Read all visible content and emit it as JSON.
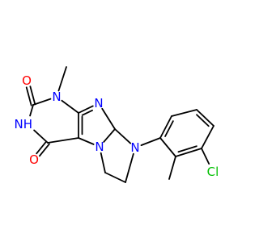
{
  "molecule": {
    "atoms": [
      {
        "id": "C2",
        "label": "",
        "color": "#000000"
      },
      {
        "id": "O2",
        "label": "O",
        "color": "#ff0000"
      },
      {
        "id": "N1",
        "label": "N",
        "color": "#0000ff"
      },
      {
        "id": "CH3a",
        "label": "",
        "color": "#000000"
      },
      {
        "id": "C4",
        "label": "",
        "color": "#000000"
      },
      {
        "id": "N3",
        "label": "NH",
        "label_side": "left",
        "color": "#0000ff"
      },
      {
        "id": "C6",
        "label": "",
        "color": "#000000"
      },
      {
        "id": "O6",
        "label": "O",
        "color": "#ff0000"
      },
      {
        "id": "C5",
        "label": "",
        "color": "#000000"
      },
      {
        "id": "N7",
        "label": "N",
        "color": "#0000ff"
      },
      {
        "id": "C8",
        "label": "",
        "color": "#000000"
      },
      {
        "id": "N9",
        "label": "N",
        "color": "#0000ff"
      },
      {
        "id": "CH2a",
        "label": "",
        "color": "#000000"
      },
      {
        "id": "CH2b",
        "label": "",
        "color": "#000000"
      },
      {
        "id": "N10",
        "label": "N",
        "color": "#0000ff"
      },
      {
        "id": "Ar1",
        "label": "",
        "color": "#000000"
      },
      {
        "id": "Ar2",
        "label": "",
        "color": "#000000"
      },
      {
        "id": "Ar3",
        "label": "",
        "color": "#000000"
      },
      {
        "id": "Ar4",
        "label": "",
        "color": "#000000"
      },
      {
        "id": "Ar5",
        "label": "",
        "color": "#000000"
      },
      {
        "id": "Ar6",
        "label": "",
        "color": "#000000"
      },
      {
        "id": "CH3b",
        "label": "",
        "color": "#000000"
      },
      {
        "id": "Cl",
        "label": "Cl",
        "color": "#00c000"
      }
    ],
    "bonds": [
      {
        "a": "C2",
        "b": "O2",
        "order": 2
      },
      {
        "a": "C2",
        "b": "N1",
        "order": 1
      },
      {
        "a": "N1",
        "b": "CH3a",
        "order": 1
      },
      {
        "a": "N1",
        "b": "C4",
        "order": 1
      },
      {
        "a": "C4",
        "b": "N9",
        "order": 2
      },
      {
        "a": "N9",
        "b": "C8",
        "order": 1
      },
      {
        "a": "C8",
        "b": "N7",
        "order": 1
      },
      {
        "a": "N7",
        "b": "C5",
        "order": 1
      },
      {
        "a": "C5",
        "b": "C4",
        "order": 2
      },
      {
        "a": "C5",
        "b": "C6",
        "order": 1
      },
      {
        "a": "C6",
        "b": "O6",
        "order": 2
      },
      {
        "a": "C6",
        "b": "N3",
        "order": 1
      },
      {
        "a": "N3",
        "b": "C2",
        "order": 1
      },
      {
        "a": "N7",
        "b": "CH2a",
        "order": 1
      },
      {
        "a": "CH2a",
        "b": "CH2b",
        "order": 1
      },
      {
        "a": "CH2b",
        "b": "N10",
        "order": 1
      },
      {
        "a": "N10",
        "b": "C8",
        "order": 1
      },
      {
        "a": "N10",
        "b": "Ar1",
        "order": 1
      },
      {
        "a": "Ar1",
        "b": "Ar2",
        "order": 2
      },
      {
        "a": "Ar2",
        "b": "Ar3",
        "order": 1
      },
      {
        "a": "Ar3",
        "b": "Ar4",
        "order": 2
      },
      {
        "a": "Ar4",
        "b": "Ar5",
        "order": 1
      },
      {
        "a": "Ar5",
        "b": "Ar6",
        "order": 2
      },
      {
        "a": "Ar6",
        "b": "Ar1",
        "order": 1
      },
      {
        "a": "Ar6",
        "b": "CH3b",
        "order": 1
      },
      {
        "a": "Ar5",
        "b": "Cl",
        "order": 1
      }
    ]
  }
}
